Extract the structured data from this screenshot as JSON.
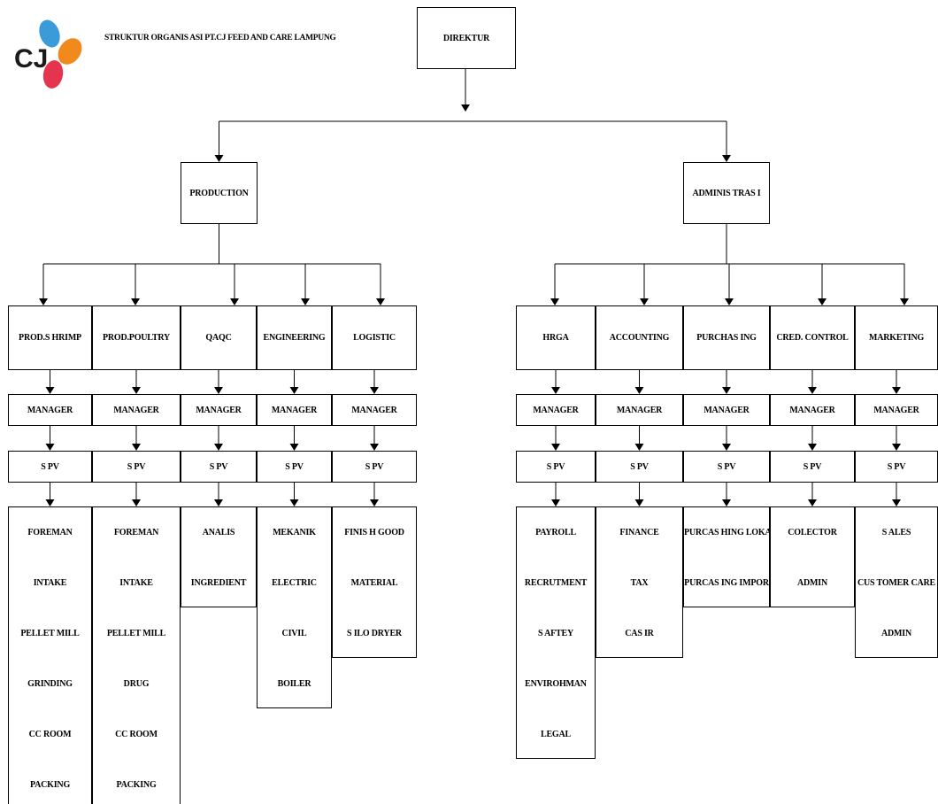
{
  "title": "STRUKTUR ORGANIS ASI PT.CJ FEED AND CARE LAMPUNG",
  "logo": {
    "text": "CJ",
    "colors": [
      "#3a9bd8",
      "#f08a1c",
      "#e5344e"
    ]
  },
  "root": "DIREKTUR",
  "divisions": [
    {
      "label": "PRODUCTION",
      "departments": [
        {
          "label": "PROD.S HRIMP",
          "manager": "MANAGER",
          "spv": "S PV",
          "items": [
            "FOREMAN",
            "INTAKE",
            "PELLET MILL",
            "GRINDING",
            "CC ROOM",
            "PACKING"
          ]
        },
        {
          "label": "PROD.POULTRY",
          "manager": "MANAGER",
          "spv": "S PV",
          "items": [
            "FOREMAN",
            "INTAKE",
            "PELLET MILL",
            "DRUG",
            "CC ROOM",
            "PACKING"
          ]
        },
        {
          "label": "QAQC",
          "manager": "MANAGER",
          "spv": "S PV",
          "items": [
            "ANALIS",
            "INGREDIENT"
          ]
        },
        {
          "label": "ENGINEERING",
          "manager": "MANAGER",
          "spv": "S PV",
          "items": [
            "MEKANIK",
            "ELECTRIC",
            "CIVIL",
            "BOILER"
          ]
        },
        {
          "label": "LOGISTIC",
          "manager": "MANAGER",
          "spv": "S PV",
          "items": [
            "FINIS H GOOD",
            "MATERIAL",
            "S ILO DRYER"
          ]
        }
      ]
    },
    {
      "label": "ADMINIS TRAS I",
      "departments": [
        {
          "label": "HRGA",
          "manager": "MANAGER",
          "spv": "S PV",
          "items": [
            "PAYROLL",
            "RECRUTMENT",
            "S AFTEY",
            "ENVIROHMAN",
            "LEGAL"
          ]
        },
        {
          "label": "ACCOUNTING",
          "manager": "MANAGER",
          "spv": "S PV",
          "items": [
            "FINANCE",
            "TAX",
            "CAS IR"
          ]
        },
        {
          "label": "PURCHAS ING",
          "manager": "MANAGER",
          "spv": "S PV",
          "items": [
            "PURCAS HING LOKAL",
            "PURCAS ING IMPOR"
          ]
        },
        {
          "label": "CRED. CONTROL",
          "manager": "MANAGER",
          "spv": "S PV",
          "items": [
            "COLECTOR",
            "ADMIN"
          ]
        },
        {
          "label": "MARKETING",
          "manager": "MANAGER",
          "spv": "S PV",
          "items": [
            "S ALES",
            "CUS TOMER CARE",
            "ADMIN"
          ]
        }
      ]
    }
  ]
}
